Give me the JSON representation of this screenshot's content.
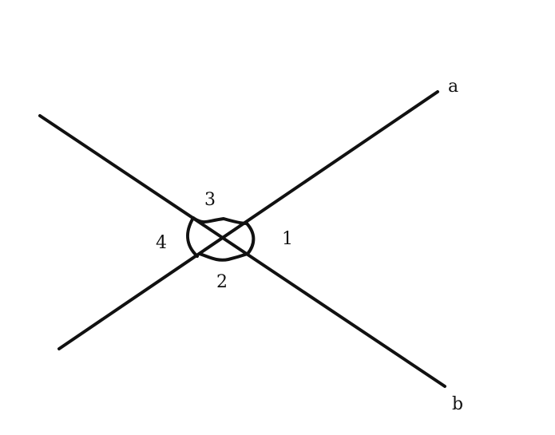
{
  "diagram": {
    "lines": [
      {
        "name": "a",
        "label": "a"
      },
      {
        "name": "b",
        "label": "b"
      }
    ],
    "angles": {
      "angle_1": "1",
      "angle_2": "2",
      "angle_3": "3",
      "angle_4": "4"
    },
    "colors": {
      "stroke": "#111111",
      "background": "#ffffff"
    }
  }
}
